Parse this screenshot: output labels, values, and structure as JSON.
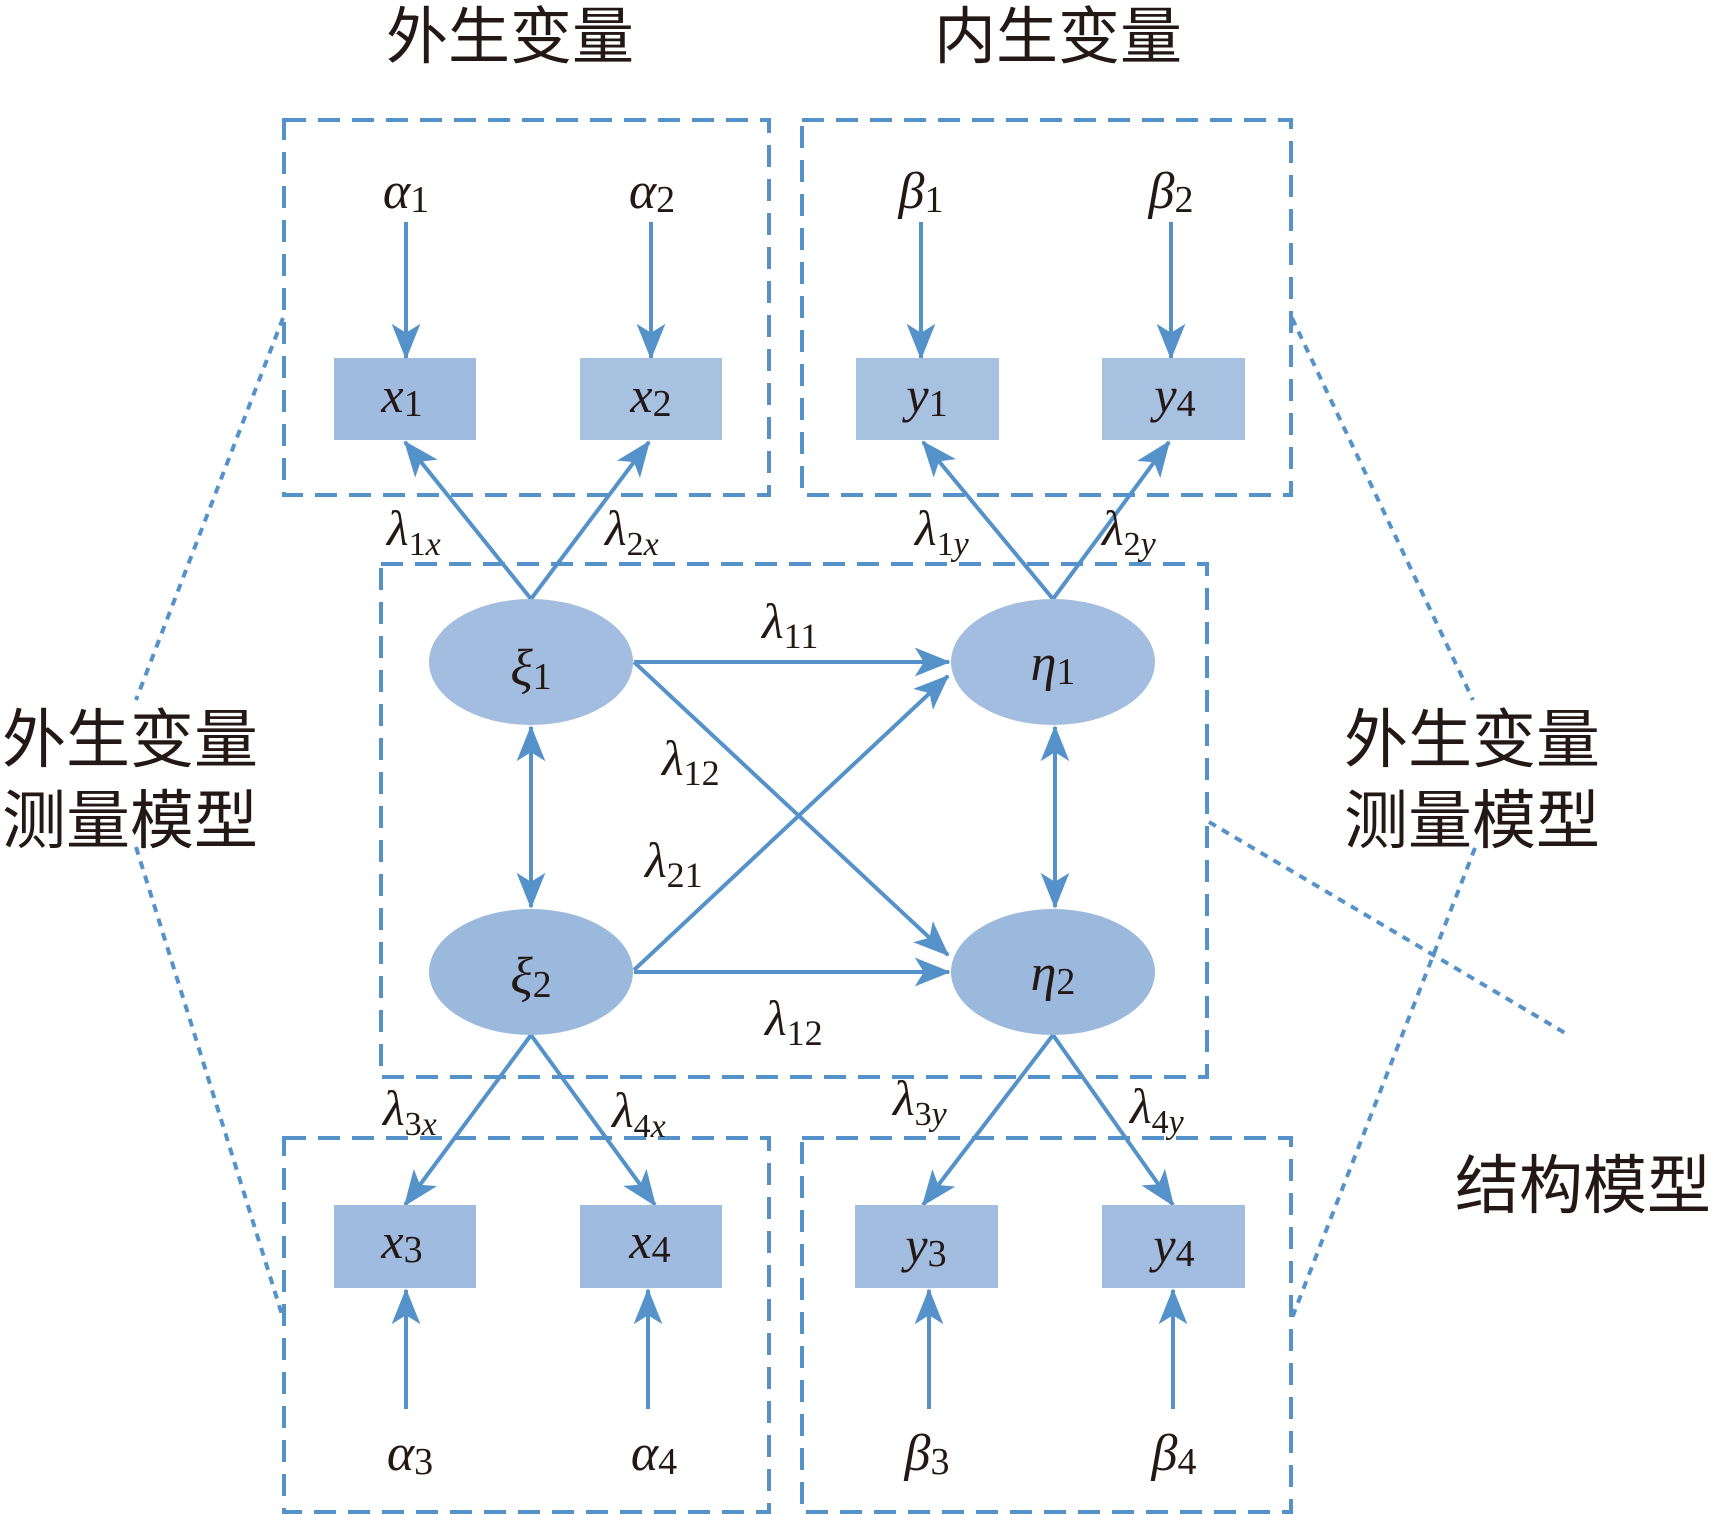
{
  "titles": {
    "exogenous": "外生变量",
    "endogenous": "内生变量"
  },
  "side_labels": {
    "left": [
      "外生变量",
      "测量模型"
    ],
    "right": [
      "外生变量",
      "测量模型"
    ],
    "structural": "结构模型"
  },
  "colors": {
    "line": "#5592c9",
    "node_fill": "#a2bddf",
    "text": "#231815"
  },
  "observed": {
    "x1": {
      "sym": "x",
      "sub": "1"
    },
    "x2": {
      "sym": "x",
      "sub": "2"
    },
    "y1": {
      "sym": "y",
      "sub": "1"
    },
    "y2": {
      "sym": "y",
      "sub": "4"
    },
    "x3": {
      "sym": "x",
      "sub": "3"
    },
    "x4": {
      "sym": "x",
      "sub": "4"
    },
    "y3": {
      "sym": "y",
      "sub": "3"
    },
    "y4": {
      "sym": "y",
      "sub": "4"
    }
  },
  "errors": {
    "a1": {
      "sym": "α",
      "sub": "1"
    },
    "a2": {
      "sym": "α",
      "sub": "2"
    },
    "b1": {
      "sym": "β",
      "sub": "1"
    },
    "b2": {
      "sym": "β",
      "sub": "2"
    },
    "a3": {
      "sym": "α",
      "sub": "3"
    },
    "a4": {
      "sym": "α",
      "sub": "4"
    },
    "b3": {
      "sym": "β",
      "sub": "3"
    },
    "b4": {
      "sym": "β",
      "sub": "4"
    }
  },
  "latent": {
    "xi1": {
      "sym": "ξ",
      "sub": "1"
    },
    "xi2": {
      "sym": "ξ",
      "sub": "2"
    },
    "eta1": {
      "sym": "η",
      "sub": "1"
    },
    "eta2": {
      "sym": "η",
      "sub": "2"
    }
  },
  "paths": {
    "l1x": {
      "sym": "λ",
      "sub": "1",
      "subi": "x"
    },
    "l2x": {
      "sym": "λ",
      "sub": "2",
      "subi": "x"
    },
    "l1y": {
      "sym": "λ",
      "sub": "1",
      "subi": "y"
    },
    "l2y": {
      "sym": "λ",
      "sub": "2",
      "subi": "y"
    },
    "l3x": {
      "sym": "λ",
      "sub": "3",
      "subi": "x"
    },
    "l4x": {
      "sym": "λ",
      "sub": "4",
      "subi": "x"
    },
    "l3y": {
      "sym": "λ",
      "sub": "3",
      "subi": "y"
    },
    "l4y": {
      "sym": "λ",
      "sub": "4",
      "subi": "y"
    },
    "l11": {
      "sym": "λ",
      "sub": "11",
      "subi": ""
    },
    "l12a": {
      "sym": "λ",
      "sub": "12",
      "subi": ""
    },
    "l21": {
      "sym": "λ",
      "sub": "21",
      "subi": ""
    },
    "l12b": {
      "sym": "λ",
      "sub": "12",
      "subi": ""
    }
  }
}
